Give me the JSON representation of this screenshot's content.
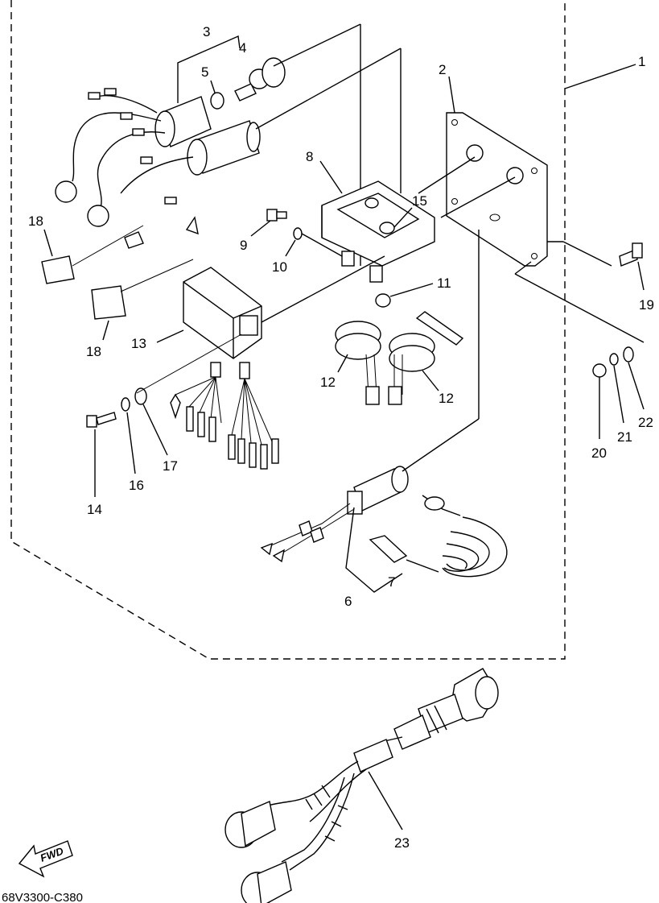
{
  "diagram": {
    "part_code": "68V3300-C380",
    "direction_label": "FWD",
    "callouts": [
      "1",
      "2",
      "3",
      "4",
      "5",
      "6",
      "7",
      "8",
      "9",
      "10",
      "11",
      "12",
      "12",
      "13",
      "14",
      "15",
      "16",
      "17",
      "18",
      "18",
      "19",
      "20",
      "21",
      "22",
      "23"
    ]
  },
  "parts": {
    "box_assembly": "1",
    "panel_plate": "2",
    "main_switch": "3",
    "key": "4",
    "nut_ring": "5",
    "stop_switch": "6",
    "lanyard": "7",
    "bracket": "8",
    "screw": "9",
    "washer": "10",
    "nut": "11",
    "buzzer_a": "12",
    "buzzer_b": "12",
    "control_unit": "13",
    "bolt": "14",
    "grommet_nut": "15",
    "lock_washer": "16",
    "plain_washer": "17",
    "cap_a": "18",
    "cap_b": "18",
    "panel_screw": "19",
    "panel_nut": "20",
    "panel_lock_washer": "21",
    "panel_washer": "22",
    "wire_harness": "23"
  }
}
